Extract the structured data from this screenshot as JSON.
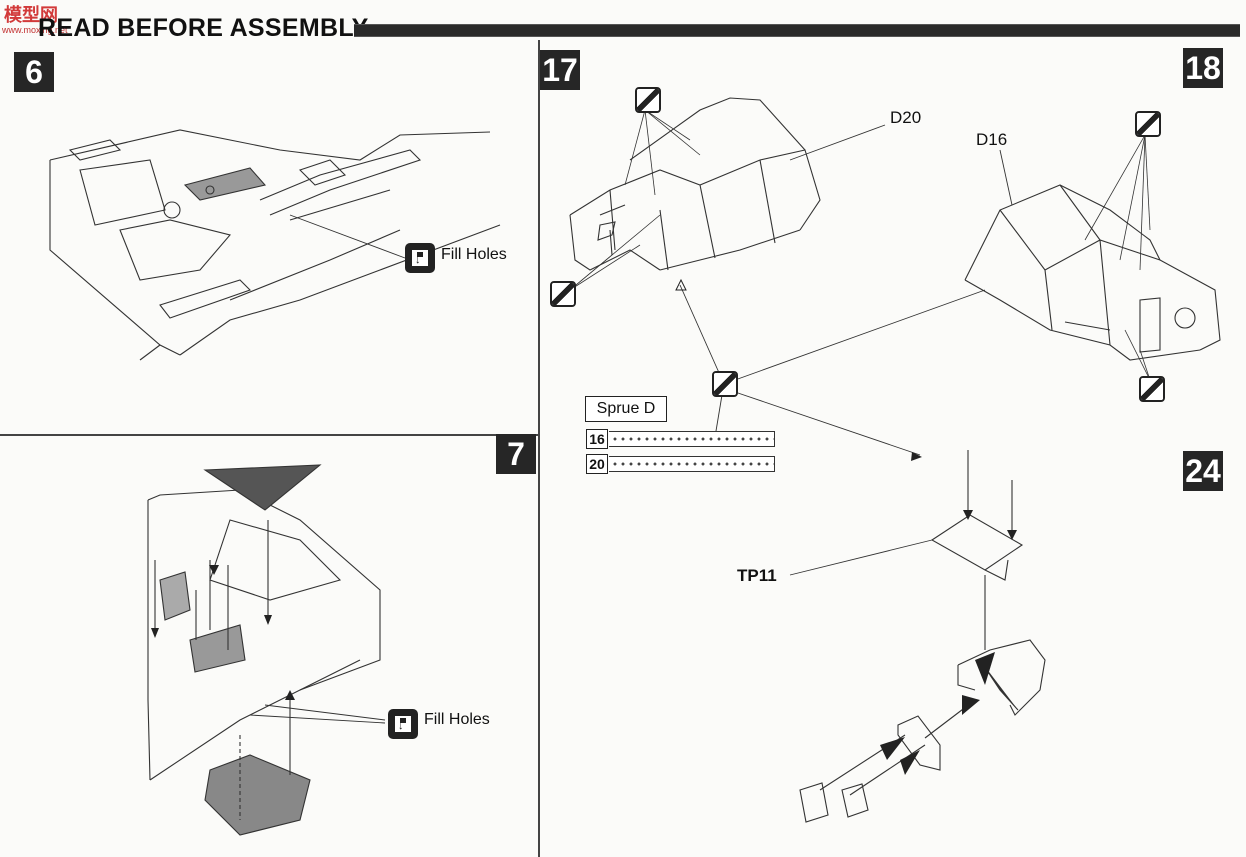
{
  "header": {
    "title": "READ BEFORE ASSEMBLY",
    "watermark": "模型网",
    "watermark_sub": "www.moxing.net"
  },
  "steps": {
    "s6": "6",
    "s7": "7",
    "s17": "17",
    "s18": "18",
    "s24": "24"
  },
  "callouts": {
    "fill_holes_6": "Fill Holes",
    "fill_holes_7": "Fill Holes",
    "d20": "D20",
    "d16": "D16",
    "tp11": "TP11"
  },
  "sprue": {
    "title": "Sprue D",
    "parts": [
      "16",
      "20"
    ]
  },
  "icons": {
    "fill_holes": "fill-holes-icon",
    "photo_etch": "photo-etch-bend-icon"
  }
}
